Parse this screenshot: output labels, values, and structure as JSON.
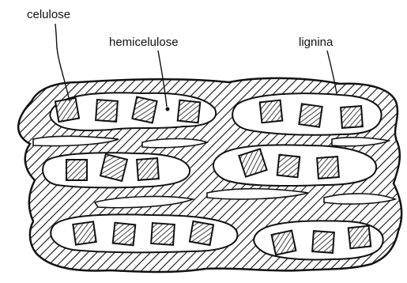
{
  "labels": {
    "celulose": "celulose",
    "hemicelulose": "hemicelulose",
    "lignina": "lignina"
  },
  "colors": {
    "ink": "#111111",
    "background": "#ffffff",
    "hatch": "#111111"
  }
}
